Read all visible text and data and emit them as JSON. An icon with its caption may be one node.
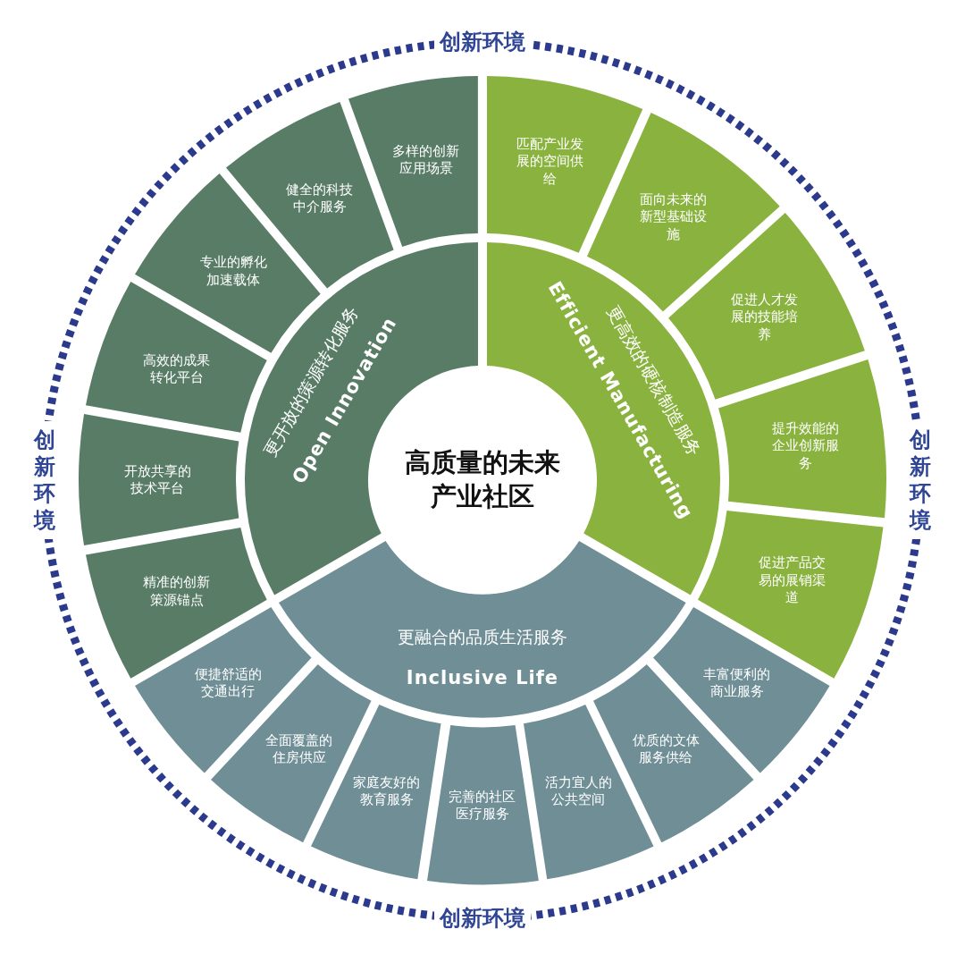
{
  "diagram": {
    "nodes": [
      {
        "text": [
          "高质量的未来产业社区"
        ]
      },
      {
        "text": [
          "更开放的策源转化服务",
          "Open Innovation"
        ]
      },
      {
        "text": [
          "更高效的硬核制造服务",
          "Efficient Manufacturing"
        ]
      },
      {
        "text": [
          "更融合的品质生活服务",
          "Inclusive Life"
        ]
      },
      {
        "text": [
          "多样的创新应用场景"
        ]
      },
      {
        "text": [
          "健全的科技中介服务"
        ]
      },
      {
        "text": [
          "专业的孵化加速载体"
        ]
      },
      {
        "text": [
          "高效的成果转化平台"
        ]
      },
      {
        "text": [
          "开放共享的技术平台"
        ]
      },
      {
        "text": [
          "精准的创新策源锚点"
        ]
      },
      {
        "text": [
          "匹配产业发展的空间供给"
        ]
      },
      {
        "text": [
          "面向未来的新型基础设施"
        ]
      },
      {
        "text": [
          "促进人才发展的技能培养"
        ]
      },
      {
        "text": [
          "提升效能的企业创新服务"
        ]
      },
      {
        "text": [
          "促进产品交易的展销渠道"
        ]
      },
      {
        "text": [
          "便捷舒适的交通出行"
        ]
      },
      {
        "text": [
          "全面覆盖的住房供应"
        ]
      },
      {
        "text": [
          "家庭友好的教育服务"
        ]
      },
      {
        "text": [
          "完善的社区医疗服务"
        ]
      },
      {
        "text": [
          "活力宜人的公共空间"
        ]
      },
      {
        "text": [
          "优质的文体服务供给"
        ]
      },
      {
        "text": [
          "丰富便利的商业服务"
        ]
      }
    ],
    "edges": [],
    "labels": [
      "创新环境",
      "创新环境",
      "创新环境",
      "创新环境"
    ]
  }
}
